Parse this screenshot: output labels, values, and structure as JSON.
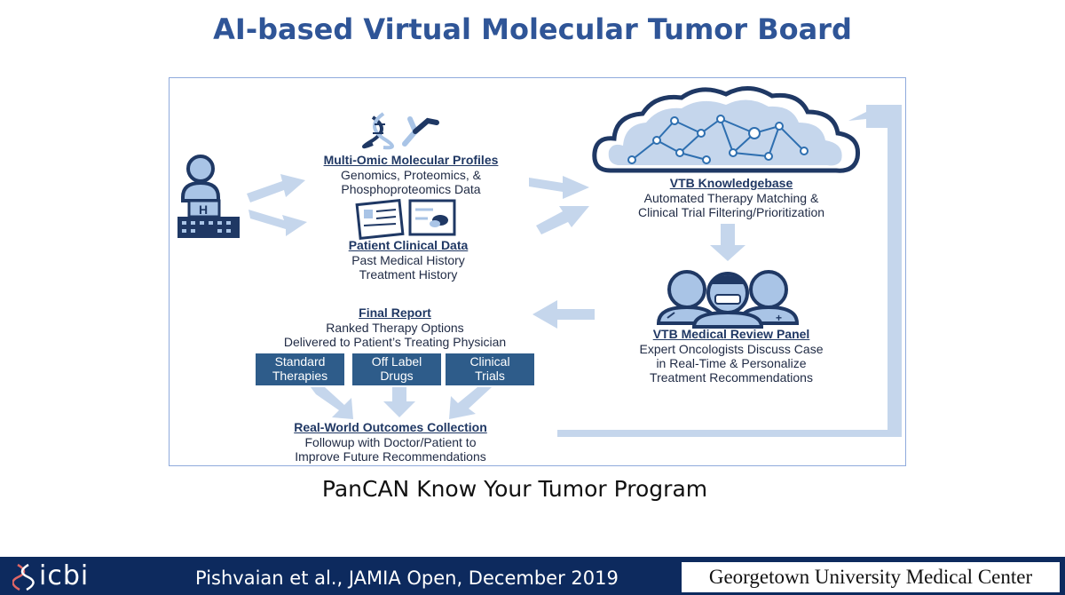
{
  "slide": {
    "title": "AI-based Virtual Molecular Tumor Board",
    "caption": "PanCAN Know Your Tumor Program"
  },
  "diagram": {
    "multi_omic": {
      "title": "Multi-Omic Molecular Profiles",
      "lines": [
        "Genomics, Proteomics, &",
        "Phosphoproteomics Data"
      ]
    },
    "clinical_data": {
      "title": "Patient Clinical Data",
      "lines": [
        "Past Medical History",
        "Treatment History"
      ]
    },
    "knowledgebase": {
      "title": "VTB Knowledgebase",
      "lines": [
        "Automated Therapy Matching &",
        "Clinical Trial Filtering/Prioritization"
      ]
    },
    "review_panel": {
      "title": "VTB Medical Review Panel",
      "lines": [
        "Expert Oncologists Discuss Case",
        "in Real-Time & Personalize",
        "Treatment Recommendations"
      ]
    },
    "final_report": {
      "title": "Final Report",
      "lines": [
        "Ranked Therapy Options",
        "Delivered to Patient’s Treating Physician"
      ]
    },
    "options": [
      {
        "line1": "Standard",
        "line2": "Therapies"
      },
      {
        "line1": "Off Label",
        "line2": "Drugs"
      },
      {
        "line1": "Clinical",
        "line2": "Trials"
      }
    ],
    "outcomes": {
      "title": "Real-World Outcomes Collection",
      "lines": [
        "Followup with Doctor/Patient to",
        "Improve Future Recommendations"
      ]
    }
  },
  "footer": {
    "logo_text": "icbi",
    "citation": "Pishvaian et al., JAMIA Open, December 2019",
    "organization": "Georgetown University Medical Center"
  },
  "colors": {
    "title_blue": "#2f5597",
    "arrow_blue": "#c5d6ec",
    "icon_blue": "#a9c4e6",
    "icon_dark": "#1f3864",
    "tag_blue": "#2e5c8a",
    "footer_navy": "#0d2a5e"
  }
}
